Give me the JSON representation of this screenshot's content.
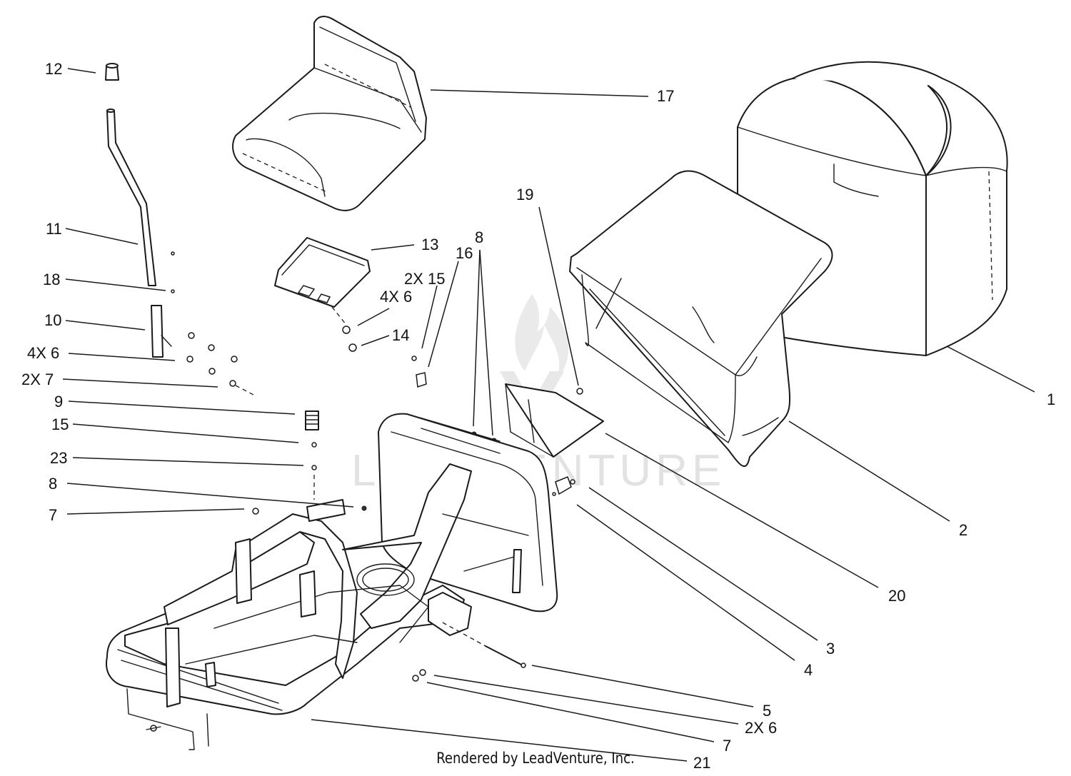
{
  "diagram": {
    "callouts": [
      {
        "id": "c12",
        "text": "12"
      },
      {
        "id": "c17",
        "text": "17"
      },
      {
        "id": "c11",
        "text": "11"
      },
      {
        "id": "c18",
        "text": "18"
      },
      {
        "id": "c10",
        "text": "10"
      },
      {
        "id": "c4x6a",
        "text": "4X 6"
      },
      {
        "id": "c2x7",
        "text": "2X 7"
      },
      {
        "id": "c9",
        "text": "9"
      },
      {
        "id": "c15",
        "text": "15"
      },
      {
        "id": "c23",
        "text": "23"
      },
      {
        "id": "c8a",
        "text": "8"
      },
      {
        "id": "c7a",
        "text": "7"
      },
      {
        "id": "c19",
        "text": "19"
      },
      {
        "id": "c13",
        "text": "13"
      },
      {
        "id": "c16",
        "text": "16"
      },
      {
        "id": "c8b",
        "text": "8"
      },
      {
        "id": "c2x15",
        "text": "2X 15"
      },
      {
        "id": "c4x6b",
        "text": "4X 6"
      },
      {
        "id": "c14",
        "text": "14"
      },
      {
        "id": "c1",
        "text": "1"
      },
      {
        "id": "c2",
        "text": "2"
      },
      {
        "id": "c20",
        "text": "20"
      },
      {
        "id": "c3",
        "text": "3"
      },
      {
        "id": "c4",
        "text": "4"
      },
      {
        "id": "c5",
        "text": "5"
      },
      {
        "id": "c2x6",
        "text": "2X 6"
      },
      {
        "id": "c7b",
        "text": "7"
      },
      {
        "id": "c21",
        "text": "21"
      }
    ]
  },
  "watermark": "LEADVENTURE",
  "credit": "Rendered by LeadVenture, Inc."
}
